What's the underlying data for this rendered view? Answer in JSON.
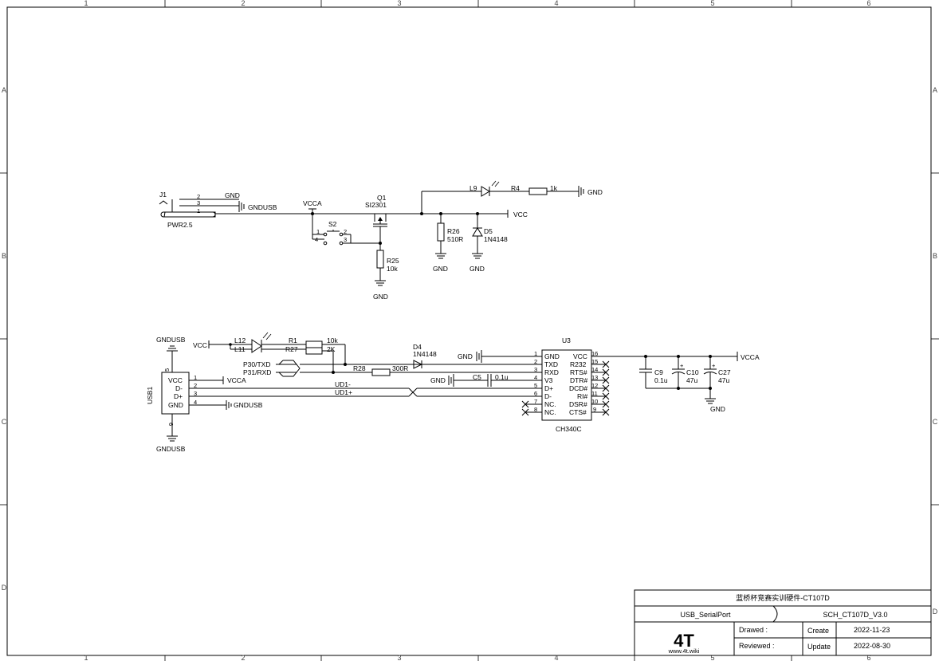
{
  "frame": {
    "columns": [
      "1",
      "2",
      "3",
      "4",
      "5",
      "6"
    ],
    "rows": [
      "A",
      "B",
      "C",
      "D"
    ]
  },
  "power": {
    "j1": {
      "ref": "J1",
      "value": "PWR2.5",
      "pins": [
        "2",
        "3",
        "1"
      ],
      "net_gnd": "GND",
      "net_gndusb": "GNDUSB"
    },
    "s2": {
      "ref": "S2",
      "pins": [
        "1",
        "2",
        "4",
        "3"
      ]
    },
    "q1": {
      "ref": "Q1",
      "value": "SI2301"
    },
    "r25": {
      "ref": "R25",
      "value": "10k"
    },
    "r26": {
      "ref": "R26",
      "value": "510R"
    },
    "d5": {
      "ref": "D5",
      "value": "1N4148"
    },
    "l9": {
      "ref": "L9"
    },
    "r4": {
      "ref": "R4",
      "value": "1k"
    },
    "nets": {
      "vcca": "VCCA",
      "vcc": "VCC",
      "gnd": "GND"
    }
  },
  "usb": {
    "usb1": {
      "ref": "USB1",
      "pins": [
        "VCC",
        "D-",
        "D+",
        "GND"
      ],
      "pin_nums": [
        "1",
        "2",
        "3",
        "4"
      ],
      "shell_top": "5",
      "shell_bottom": "6"
    },
    "nets": {
      "gndusb": "GNDUSB",
      "vcc": "VCC",
      "vcca": "VCCA",
      "ud_minus": "UD1-",
      "ud_plus": "UD1+",
      "gnd": "GND"
    },
    "l12": {
      "ref": "L12"
    },
    "l11": {
      "ref": "L11"
    },
    "r1": {
      "ref": "R1",
      "value": "10k"
    },
    "r27": {
      "ref": "R27",
      "value": "2K"
    },
    "p30": "P30/TXD",
    "p31": "P31/RXD",
    "r28": {
      "ref": "R28",
      "value": "300R"
    },
    "d4": {
      "ref": "D4",
      "value": "1N4148"
    },
    "c5": {
      "ref": "C5",
      "value": "0.1u"
    }
  },
  "u3": {
    "ref": "U3",
    "value": "CH340C",
    "left_pins": [
      {
        "num": "1",
        "name": "GND"
      },
      {
        "num": "2",
        "name": "TXD"
      },
      {
        "num": "3",
        "name": "RXD"
      },
      {
        "num": "4",
        "name": "V3"
      },
      {
        "num": "5",
        "name": "D+"
      },
      {
        "num": "6",
        "name": "D-"
      },
      {
        "num": "7",
        "name": "NC."
      },
      {
        "num": "8",
        "name": "NC."
      }
    ],
    "right_pins": [
      {
        "num": "16",
        "name": "VCC"
      },
      {
        "num": "15",
        "name": "R232"
      },
      {
        "num": "14",
        "name": "RTS#"
      },
      {
        "num": "13",
        "name": "DTR#"
      },
      {
        "num": "12",
        "name": "DCD#"
      },
      {
        "num": "11",
        "name": "RI#"
      },
      {
        "num": "10",
        "name": "DSR#"
      },
      {
        "num": "9",
        "name": "CTS#"
      }
    ]
  },
  "caps": {
    "c9": {
      "ref": "C9",
      "value": "0.1u"
    },
    "c10": {
      "ref": "C10",
      "value": "47u"
    },
    "c27": {
      "ref": "C27",
      "value": "47u"
    },
    "net_vcca": "VCCA",
    "net_gnd": "GND"
  },
  "title_block": {
    "title": "蓝桥杯竞赛实训硬件-CT107D",
    "sheet_name": "USB_SerialPort",
    "doc_number": "SCH_CT107D_V3.0",
    "logo": "4T",
    "website": "www.4t.wiki",
    "drawn_label": "Drawed :",
    "reviewed_label": "Reviewed :",
    "create_label": "Create",
    "create_date": "2022-11-23",
    "update_label": "Update",
    "update_date": "2022-08-30"
  }
}
